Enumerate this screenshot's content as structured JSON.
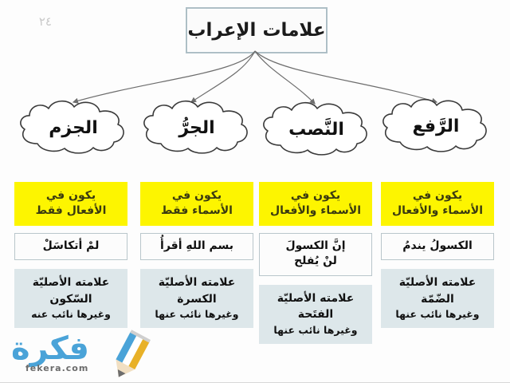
{
  "page": {
    "number": "٢٤"
  },
  "title": {
    "text": "علامات الإعراب"
  },
  "colors": {
    "yellow": "#fdf500",
    "blue": "#dde7ea",
    "white": "#fcfcfc",
    "border_blue": "#aebfc6",
    "watermark_blue": "#4aa3d8"
  },
  "branches": [
    {
      "cloud_label": "الجزم",
      "scope": {
        "line1": "يكون في",
        "line2": "الأفعال فقط"
      },
      "example": {
        "line1": "لمْ أتكاسَلْ",
        "line2": ""
      },
      "sign": {
        "line1": "علامته الأصليّة",
        "line2": "السّكون",
        "line3": "وغيرها نائب عنه"
      }
    },
    {
      "cloud_label": "الجرُّ",
      "scope": {
        "line1": "يكون في",
        "line2": "الأسماء فقط"
      },
      "example": {
        "line1": "بسم اللهِ أقرأُ",
        "line2": ""
      },
      "sign": {
        "line1": "علامته الأصليّة",
        "line2": "الكسرة",
        "line3": "وغيرها نائب عنها"
      }
    },
    {
      "cloud_label": "النَّصب",
      "scope": {
        "line1": "يكون في",
        "line2": "الأسماء والأفعال"
      },
      "example": {
        "line1": "إنَّ الكسولَ",
        "line2": "لنْ يُفلح"
      },
      "sign": {
        "line1": "علامته الأصليّة",
        "line2": "الفتَحة",
        "line3": "وغيرها نائب عنها"
      }
    },
    {
      "cloud_label": "الرَّفع",
      "scope": {
        "line1": "يكون في",
        "line2": "الأسماء والأفعال"
      },
      "example": {
        "line1": "الكسولُ يندمُ",
        "line2": ""
      },
      "sign": {
        "line1": "علامته الأصليّة",
        "line2": "الضّمّة",
        "line3": "وغيرها نائب عنها"
      }
    }
  ],
  "watermark": {
    "word": "فكرة",
    "url": "fekera.com",
    "icon": "pencil-icon"
  }
}
